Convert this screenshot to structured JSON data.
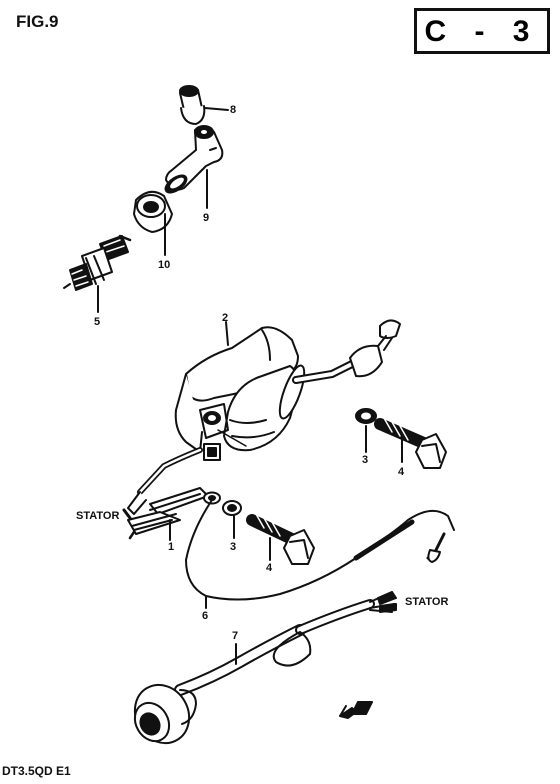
{
  "figure": {
    "label": "FIG.9",
    "page_code": "C - 3",
    "model_code": "DT3.5QD E1"
  },
  "callouts": [
    "8",
    "9",
    "10",
    "5",
    "2",
    "3",
    "4",
    "1",
    "3",
    "4",
    "6",
    "7"
  ],
  "stator_labels": [
    "STATOR",
    "STATOR"
  ],
  "parts": [
    {
      "ref": "1",
      "icon": "terminal-plate-icon"
    },
    {
      "ref": "2",
      "icon": "ignition-coil-icon"
    },
    {
      "ref": "3",
      "icon": "washer-icon"
    },
    {
      "ref": "4",
      "icon": "bolt-icon"
    },
    {
      "ref": "5",
      "icon": "spark-plug-icon"
    },
    {
      "ref": "6",
      "icon": "wire-lead-icon"
    },
    {
      "ref": "7",
      "icon": "wire-harness-icon"
    },
    {
      "ref": "8",
      "icon": "plug-cap-icon"
    },
    {
      "ref": "9",
      "icon": "plug-boot-icon"
    },
    {
      "ref": "10",
      "icon": "grommet-icon"
    }
  ],
  "direction_icon": "front-arrow-icon",
  "colors": {
    "ink": "#111111",
    "paper": "#ffffff"
  }
}
